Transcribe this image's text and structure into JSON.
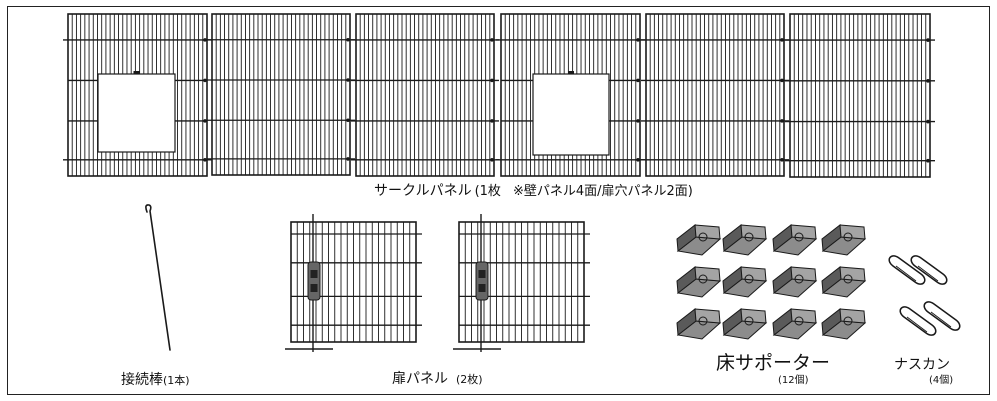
{
  "labels": {
    "circle_panel_main": "サークルパネル",
    "circle_panel_count": "(1枚",
    "circle_panel_note": "※壁パネル4面/扉穴パネル2面)",
    "connector_main": "接続棒",
    "connector_count": "(1本)",
    "door_panel_main": "扉パネル",
    "door_panel_count": "(2枚)",
    "floor_supporter_main": "床サポーター",
    "floor_supporter_count": "(12個)",
    "carabiner_main": "ナスカン",
    "carabiner_count": "(4個)"
  },
  "colors": {
    "line": "#1a1a1a",
    "supporter_fill": "#8c8c8c",
    "supporter_dark": "#5a5a5a"
  },
  "icons": {
    "panel": "wire-grid-panel",
    "door_panel": "wire-door-panel",
    "rod": "connector-rod-icon",
    "supporter": "floor-supporter-icon",
    "clip": "carabiner-clip-icon"
  }
}
